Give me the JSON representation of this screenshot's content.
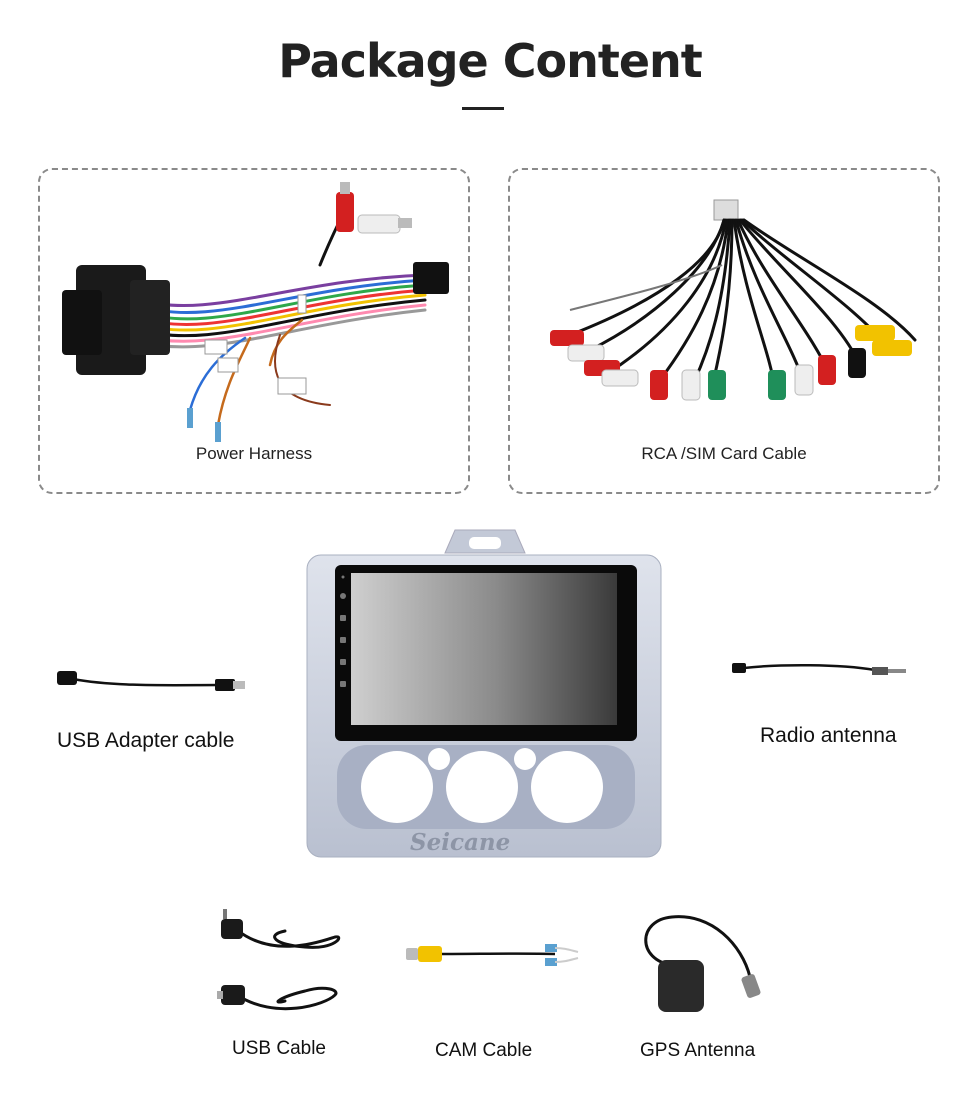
{
  "page": {
    "title": "Package Content"
  },
  "items": {
    "power_harness": {
      "label": "Power Harness"
    },
    "rca_cable": {
      "label": "RCA /SIM Card Cable"
    },
    "usb_adapter": {
      "label": "USB Adapter cable"
    },
    "radio_antenna": {
      "label": "Radio antenna"
    },
    "usb_cable": {
      "label": "USB Cable"
    },
    "cam_cable": {
      "label": "CAM Cable"
    },
    "gps_antenna": {
      "label": "GPS Antenna"
    }
  },
  "device": {
    "brand": "Seicane"
  },
  "colors": {
    "panel_border": "#8a8a8a",
    "rca_red": "#d32020",
    "rca_white": "#eeeeee",
    "rca_yellow": "#f2c200",
    "rca_green": "#1f8f5a",
    "bezel_silver": "#c9cfdc"
  }
}
